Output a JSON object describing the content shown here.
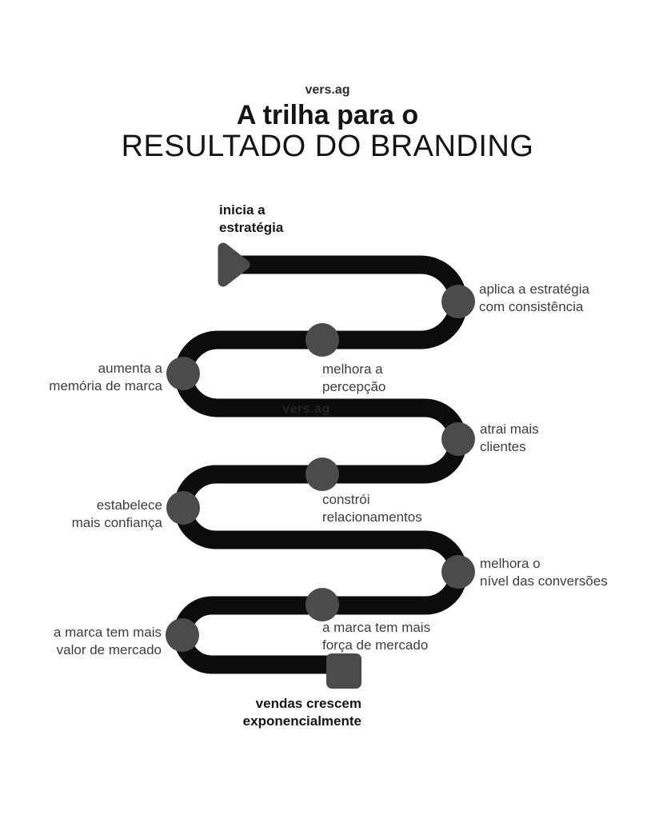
{
  "header": {
    "brand": "vers.ag",
    "title_bold": "A trilha para o",
    "title_caps": "RESULTADO DO BRANDING"
  },
  "journey": {
    "watermark": "vers.ag",
    "start": {
      "marker": "triangle-icon",
      "lines": [
        "inicia a",
        "estratégia"
      ]
    },
    "end": {
      "marker": "square-icon",
      "lines": [
        "vendas crescem",
        "exponencialmente"
      ]
    },
    "milestones": [
      {
        "id": "aplica-estrategia",
        "side": "right",
        "lines": [
          "aplica a estratégia",
          "com consistência"
        ]
      },
      {
        "id": "melhora-percepcao",
        "side": "center",
        "lines": [
          "melhora a",
          "percepção"
        ]
      },
      {
        "id": "aumenta-memoria",
        "side": "left",
        "lines": [
          "aumenta a",
          "memória de marca"
        ]
      },
      {
        "id": "atrai-clientes",
        "side": "right",
        "lines": [
          "atrai mais",
          "clientes"
        ]
      },
      {
        "id": "constroi-relacionamentos",
        "side": "center",
        "lines": [
          "constrói",
          "relacionamentos"
        ]
      },
      {
        "id": "estabelece-confianca",
        "side": "left",
        "lines": [
          "estabelece",
          "mais confiança"
        ]
      },
      {
        "id": "melhora-conversoes",
        "side": "right",
        "lines": [
          "melhora o",
          "nível das conversões"
        ]
      },
      {
        "id": "forca-mercado",
        "side": "center",
        "lines": [
          "a marca tem mais",
          "força de mercado"
        ]
      },
      {
        "id": "valor-mercado",
        "side": "left",
        "lines": [
          "a marca tem mais",
          "valor de mercado"
        ]
      }
    ]
  },
  "colors": {
    "background": "#ffffff",
    "path": "#0c0c0c",
    "marker": "#4b4b4b",
    "label_text": "#3d3d3d",
    "title_text": "#141414",
    "watermark_text": "#242424"
  }
}
